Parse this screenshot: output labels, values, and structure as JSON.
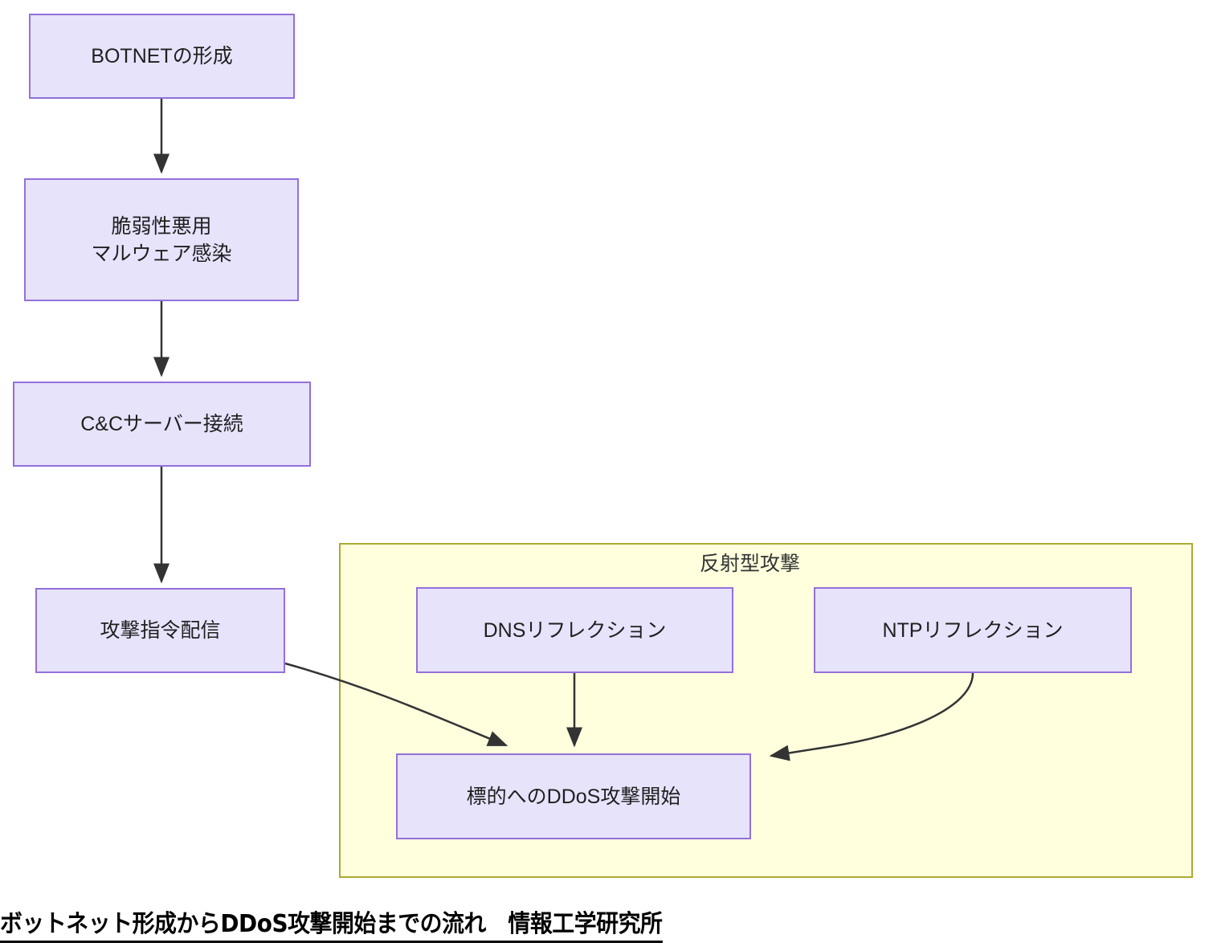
{
  "diagram": {
    "caption": "ボットネット形成からDDoS攻撃開始までの流れ　情報工学研究所",
    "subgraph": {
      "label": "反射型攻撃",
      "fill": "#ffffde",
      "stroke": "#aaaa33"
    },
    "node_style": {
      "fill": "#e6e3fb",
      "stroke": "#9370db",
      "text": "#1f1f1f"
    },
    "edge_color": "#333333",
    "nodes": [
      {
        "id": "botnet",
        "label": "BOTNETの形成"
      },
      {
        "id": "infect",
        "label_line1": "脆弱性悪用",
        "label_line2": "マルウェア感染"
      },
      {
        "id": "cc",
        "label": "C&Cサーバー接続"
      },
      {
        "id": "command",
        "label": "攻撃指令配信"
      },
      {
        "id": "dns",
        "label": "DNSリフレクション"
      },
      {
        "id": "ntp",
        "label": "NTPリフレクション"
      },
      {
        "id": "ddos",
        "label": "標的へのDDoS攻撃開始"
      }
    ],
    "edges": [
      {
        "from": "botnet",
        "to": "infect"
      },
      {
        "from": "infect",
        "to": "cc"
      },
      {
        "from": "cc",
        "to": "command"
      },
      {
        "from": "command",
        "to": "ddos"
      },
      {
        "from": "dns",
        "to": "ddos"
      },
      {
        "from": "ntp",
        "to": "ddos"
      }
    ]
  }
}
